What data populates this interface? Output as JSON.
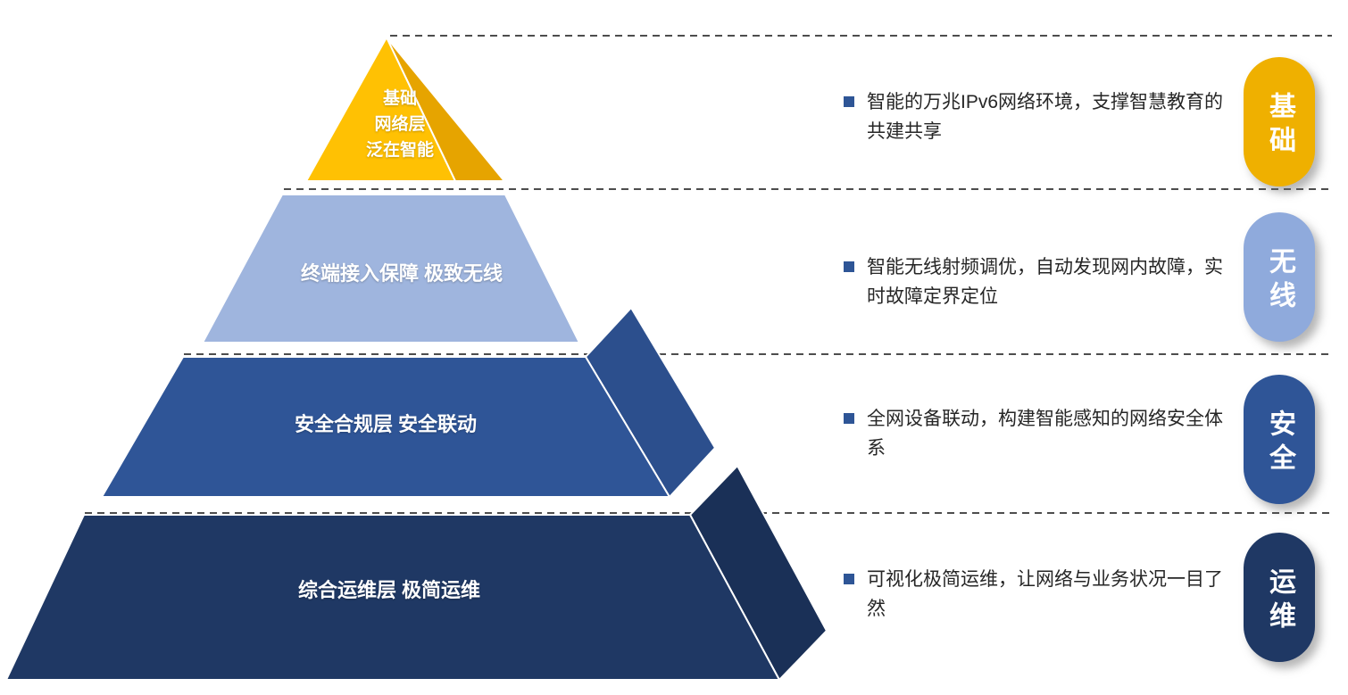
{
  "colors": {
    "tip_front": "#FFC103",
    "tip_side": "#E6A400",
    "layer2_front": "#9FB5DE",
    "layer3_front": "#2F5597",
    "layer3_side": "#2C4F8D",
    "layer4_front": "#1F3864",
    "layer4_side": "#1A3057",
    "bullet_square": "#2E5596"
  },
  "pyramid": {
    "tip_label_line1": "基础",
    "tip_label_line2": "网络层",
    "tip_label_line3": "泛在智能",
    "layer2_label": "终端接入保障 极致无线",
    "layer3_label": "安全合规层 安全联动",
    "layer4_label": "综合运维层 极简运维"
  },
  "rows": [
    {
      "badge": "基础",
      "badge_color": "#EFB000",
      "text": "智能的万兆IPv6网络环境，支撑智慧教育的共建共享"
    },
    {
      "badge": "无线",
      "badge_color": "#8FAADC",
      "text": "智能无线射频调优，自动发现网内故障，实时故障定界定位"
    },
    {
      "badge": "安全",
      "badge_color": "#2F5597",
      "text": "全网设备联动，构建智能感知的网络安全体系"
    },
    {
      "badge": "运维",
      "badge_color": "#1F3864",
      "text": "可视化极简运维，让网络与业务状况一目了然"
    }
  ]
}
